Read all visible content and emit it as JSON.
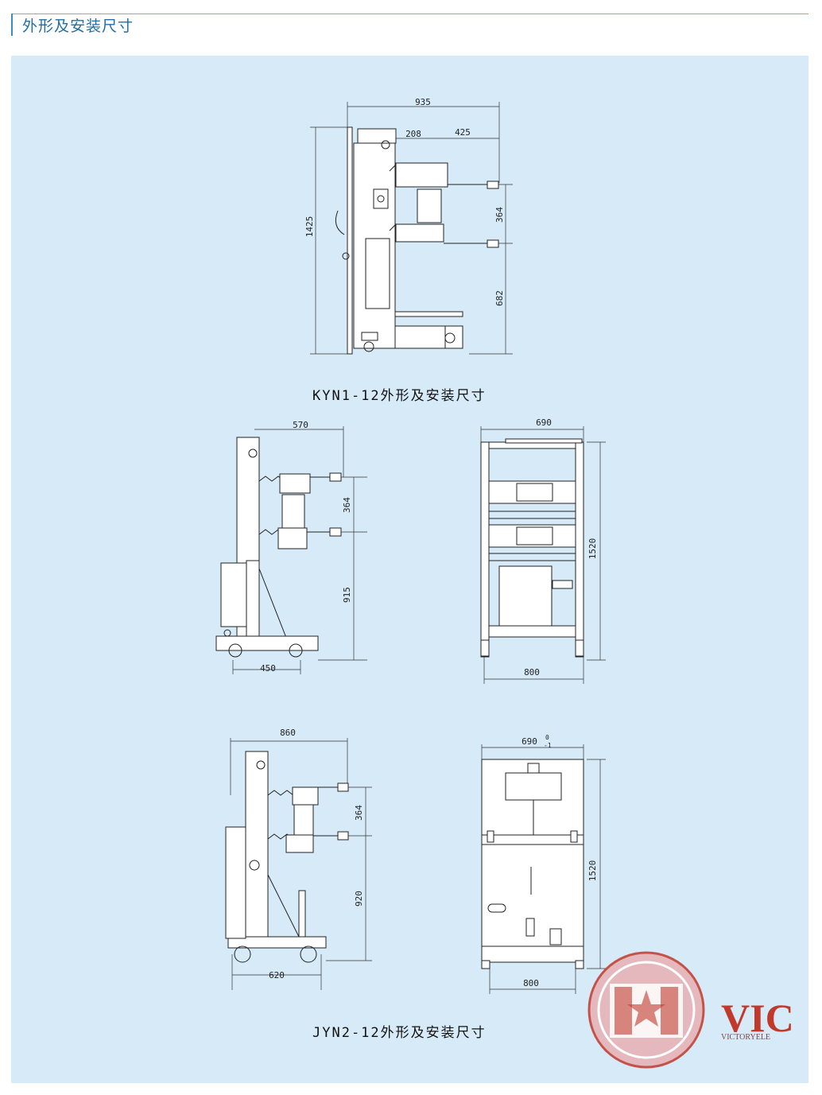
{
  "section_title": "外形及安装尺寸",
  "diagrams": {
    "kyn": {
      "caption": "KYN1-12外形及安装尺寸",
      "dims": {
        "d935": "935",
        "d208": "208",
        "d425": "425",
        "d1425": "1425",
        "d364": "364",
        "d682": "682"
      }
    },
    "mid_side": {
      "dims": {
        "d570": "570",
        "d364": "364",
        "d915": "915",
        "d450": "450"
      }
    },
    "mid_front": {
      "dims": {
        "d690": "690",
        "d1520": "1520",
        "d800": "800"
      }
    },
    "jyn_side": {
      "dims": {
        "d860": "860",
        "d364": "364",
        "d920": "920",
        "d620": "620"
      }
    },
    "jyn_front": {
      "dims": {
        "d690": "690",
        "tol_upper": "0",
        "tol_lower": "-1",
        "d1520": "1520",
        "d800": "800"
      }
    },
    "jyn_caption": "JYN2-12外形及安装尺寸"
  },
  "logo": {
    "text": "VIC",
    "subtext": "VICTORYELE",
    "color": "#c0392b"
  },
  "colors": {
    "panel": "#d7eaf8",
    "title": "#1e6fa8"
  }
}
